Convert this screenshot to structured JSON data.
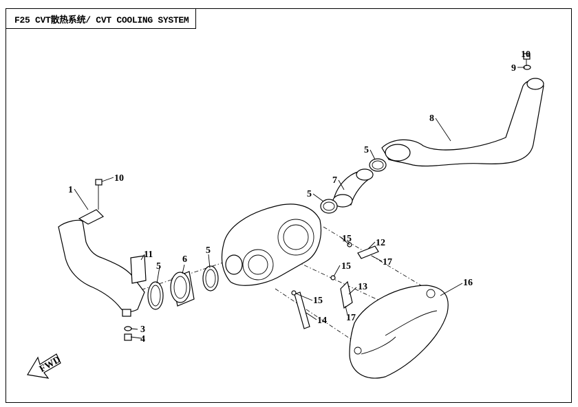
{
  "title": "F25 CVT散热系统/ CVT COOLING SYSTEM",
  "fwd_label": "FWD",
  "callouts": {
    "c10a": "10",
    "c9": "9",
    "c8": "8",
    "c5a": "5",
    "c7": "7",
    "c5b": "5",
    "c10b": "10",
    "c1": "1",
    "c11": "11",
    "c5c": "5",
    "c6": "6",
    "c5d": "5",
    "c3": "3",
    "c4": "4",
    "c15a": "15",
    "c12": "12",
    "c17a": "17",
    "c15b": "15",
    "c13": "13",
    "c15c": "15",
    "c17b": "17",
    "c14": "14",
    "c16": "16"
  }
}
